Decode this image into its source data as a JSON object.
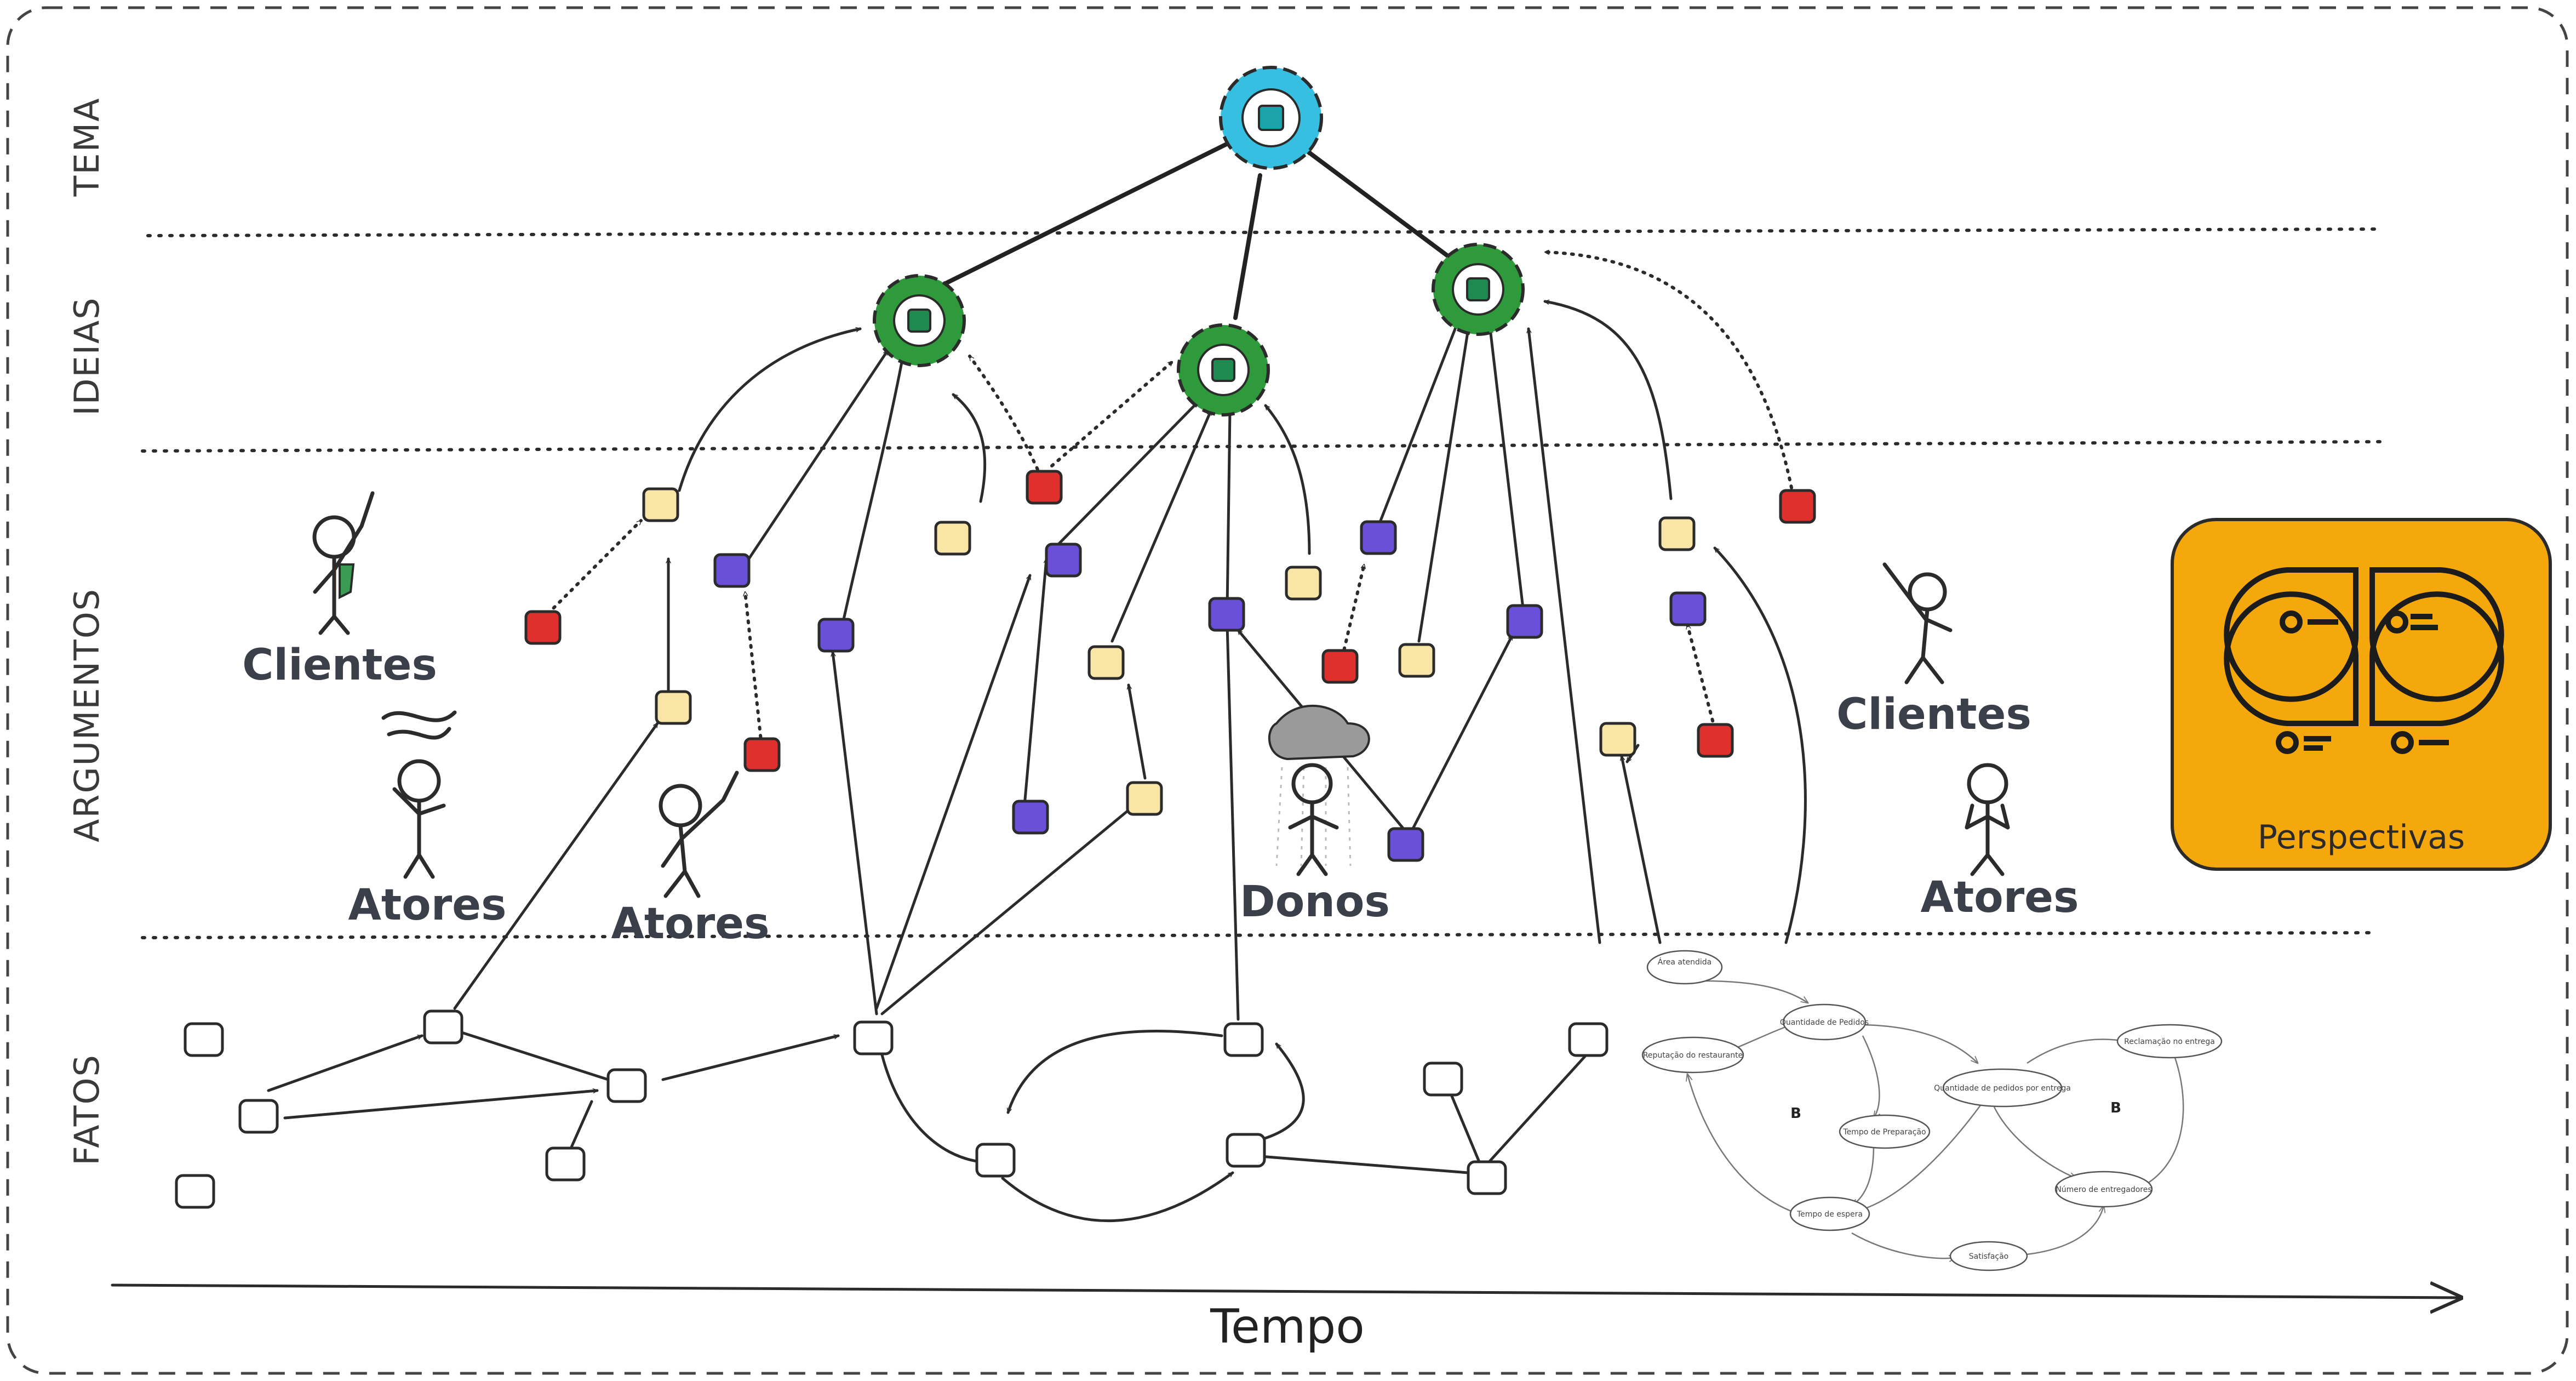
{
  "layers": {
    "tema": "TEMA",
    "ideias": "IDEIAS",
    "argumentos": "ARGUMENTOS",
    "fatos": "FATOS"
  },
  "actors": {
    "clientes_left": "Clientes",
    "atores_left": "Atores",
    "atores_mid": "Atores",
    "donos": "Donos",
    "clientes_right": "Clientes",
    "atores_right": "Atores"
  },
  "time_axis": {
    "label": "Tempo"
  },
  "perspectives_card": {
    "label": "Perspectivas"
  },
  "loop_diagram": {
    "nodes": [
      "Área atendida",
      "Quantidade de Pedidos",
      "Reputação do restaurante",
      "Tempo de Preparação",
      "Quantidade de pedidos por entrega",
      "Reclamação no entrega",
      "Tempo de espera",
      "Número de entregadores",
      "Satisfação"
    ],
    "loop_markers": [
      "B",
      "B"
    ]
  },
  "colors": {
    "tema_ring": "#36bfe0",
    "idea_ring": "#2e9a3b",
    "idea_core": "#1f8a50",
    "tema_core": "#1aa3a8",
    "argument_yellow": "#f9e5a6",
    "argument_purple": "#6a4fd8",
    "argument_red": "#e0302e",
    "perspectives_bg": "#f5a80b"
  }
}
